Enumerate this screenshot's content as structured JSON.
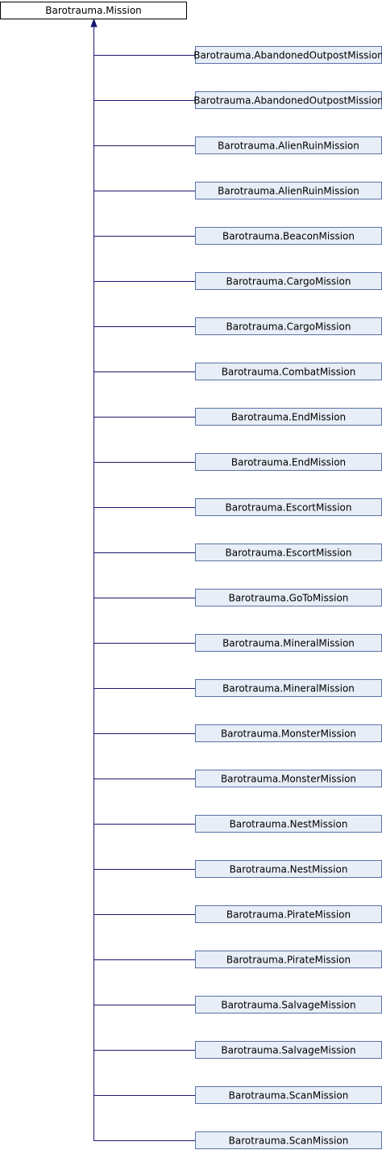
{
  "diagram": {
    "base_class": "Barotrauma.Mission",
    "derived_classes": [
      "Barotrauma.AbandonedOutpostMission",
      "Barotrauma.AbandonedOutpostMission",
      "Barotrauma.AlienRuinMission",
      "Barotrauma.AlienRuinMission",
      "Barotrauma.BeaconMission",
      "Barotrauma.CargoMission",
      "Barotrauma.CargoMission",
      "Barotrauma.CombatMission",
      "Barotrauma.EndMission",
      "Barotrauma.EndMission",
      "Barotrauma.EscortMission",
      "Barotrauma.EscortMission",
      "Barotrauma.GoToMission",
      "Barotrauma.MineralMission",
      "Barotrauma.MineralMission",
      "Barotrauma.MonsterMission",
      "Barotrauma.MonsterMission",
      "Barotrauma.NestMission",
      "Barotrauma.NestMission",
      "Barotrauma.PirateMission",
      "Barotrauma.PirateMission",
      "Barotrauma.SalvageMission",
      "Barotrauma.SalvageMission",
      "Barotrauma.ScanMission",
      "Barotrauma.ScanMission"
    ],
    "colors": {
      "edge": "#191970",
      "child_fill": "#e8eef7",
      "child_border": "#5a72a6",
      "base_fill": "#ffffff",
      "base_border": "#000000"
    }
  }
}
